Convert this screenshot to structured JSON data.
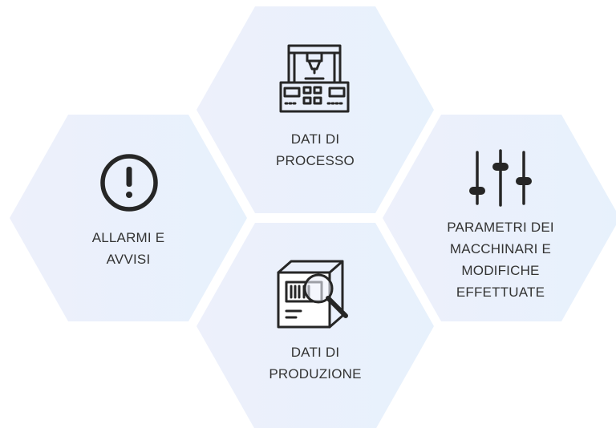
{
  "hexagons": {
    "process": {
      "lines": [
        "DATI DI",
        "PROCESSO"
      ],
      "icon": "machine-control-panel-icon"
    },
    "alarms": {
      "lines": [
        "ALLARMI E",
        "AVVISI"
      ],
      "icon": "exclamation-circle-icon"
    },
    "parameters": {
      "lines": [
        "PARAMETRI DEI",
        "MACCHINARI E",
        "MODIFICHE",
        "EFFETTUATE"
      ],
      "icon": "sliders-icon"
    },
    "production": {
      "lines": [
        "DATI DI",
        "PRODUZIONE"
      ],
      "icon": "box-magnifier-icon"
    }
  },
  "colors": {
    "hex_fill_left": "#edf0fb",
    "hex_fill_right": "#e7f1fc",
    "icon_stroke": "#262626",
    "text": "#333333"
  }
}
